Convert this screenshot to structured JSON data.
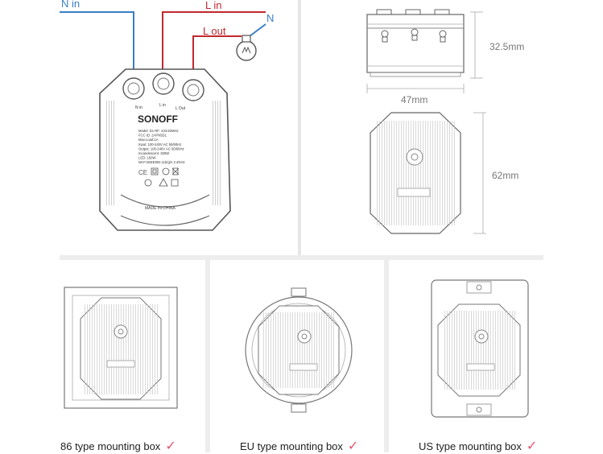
{
  "wiring": {
    "n_in_label": "N in",
    "l_in_label": "L in",
    "l_out_label": "L out",
    "n_label": "N",
    "terminal_labels": [
      "N in",
      "L in",
      "L Out"
    ]
  },
  "device": {
    "brand": "SONOFF",
    "spec_lines": [
      "Model: D1     RF: 433.92MHz",
      "FCC ID: 2APN5D1",
      "Max.Load:1A",
      "Input: 100-240V AC 50/60Hz",
      "Output: 100-240V AC 50/60Hz",
      "Incandescent: 300W",
      "LED: 150W",
      "Wi-Fi:IEEE802.11b/g/n 2.4GHz"
    ],
    "made_in": "MADE IN CHINA"
  },
  "dimensions": {
    "height": "32.5mm",
    "width": "47mm",
    "length": "62mm"
  },
  "mounting": [
    {
      "label": "86 type mounting box",
      "check": "✓"
    },
    {
      "label": "EU type mounting box",
      "check": "✓"
    },
    {
      "label": "US type mounting box",
      "check": "✓"
    }
  ],
  "colors": {
    "neutral_wire": "#3a7fc4",
    "live_wire": "#c0282d"
  }
}
